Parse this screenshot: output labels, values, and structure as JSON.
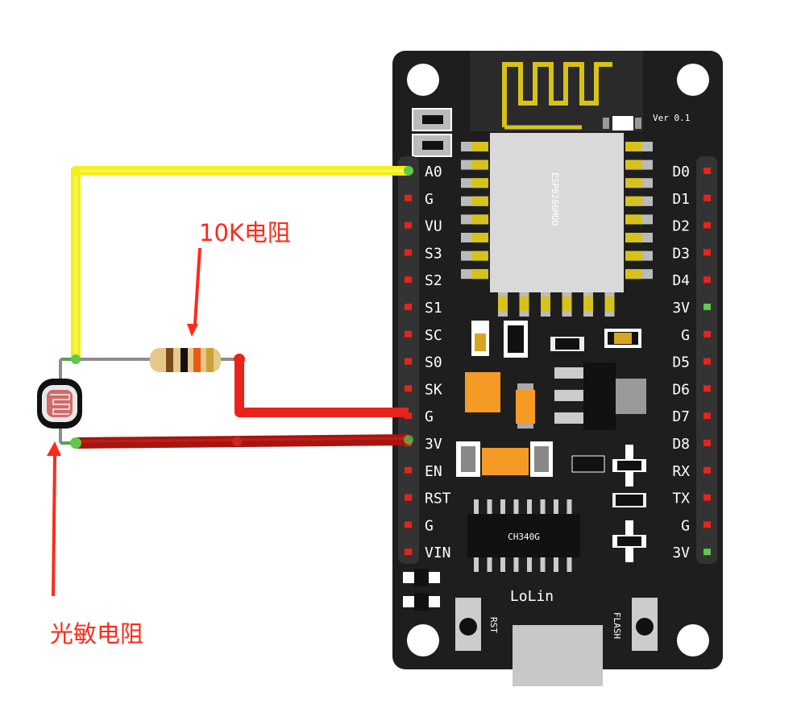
{
  "annotations": {
    "resistor_label": "10K电阻",
    "ldr_label": "光敏电阻"
  },
  "board": {
    "version": "Ver 0.1",
    "module": "ESP8266MOD",
    "usb_chip": "CH340G",
    "brand": "LoLin",
    "rst_button": "RST",
    "flash_button": "FLASH",
    "left_pins": [
      "A0",
      "G",
      "VU",
      "S3",
      "S2",
      "S1",
      "SC",
      "S0",
      "SK",
      "G",
      "3V",
      "EN",
      "RST",
      "G",
      "VIN"
    ],
    "right_pins": [
      "D0",
      "D1",
      "D2",
      "D3",
      "D4",
      "3V",
      "G",
      "D5",
      "D6",
      "D7",
      "D8",
      "RX",
      "TX",
      "G",
      "3V"
    ]
  },
  "colors": {
    "board": "#1e1e1e",
    "wire_signal": "#f2ef1a",
    "wire_ground": "#e8231b",
    "wire_power": "#a8140f",
    "annotation": "#ff2a1a",
    "gold_antenna": "#d6c21a",
    "smd_orange": "#f59a25"
  }
}
